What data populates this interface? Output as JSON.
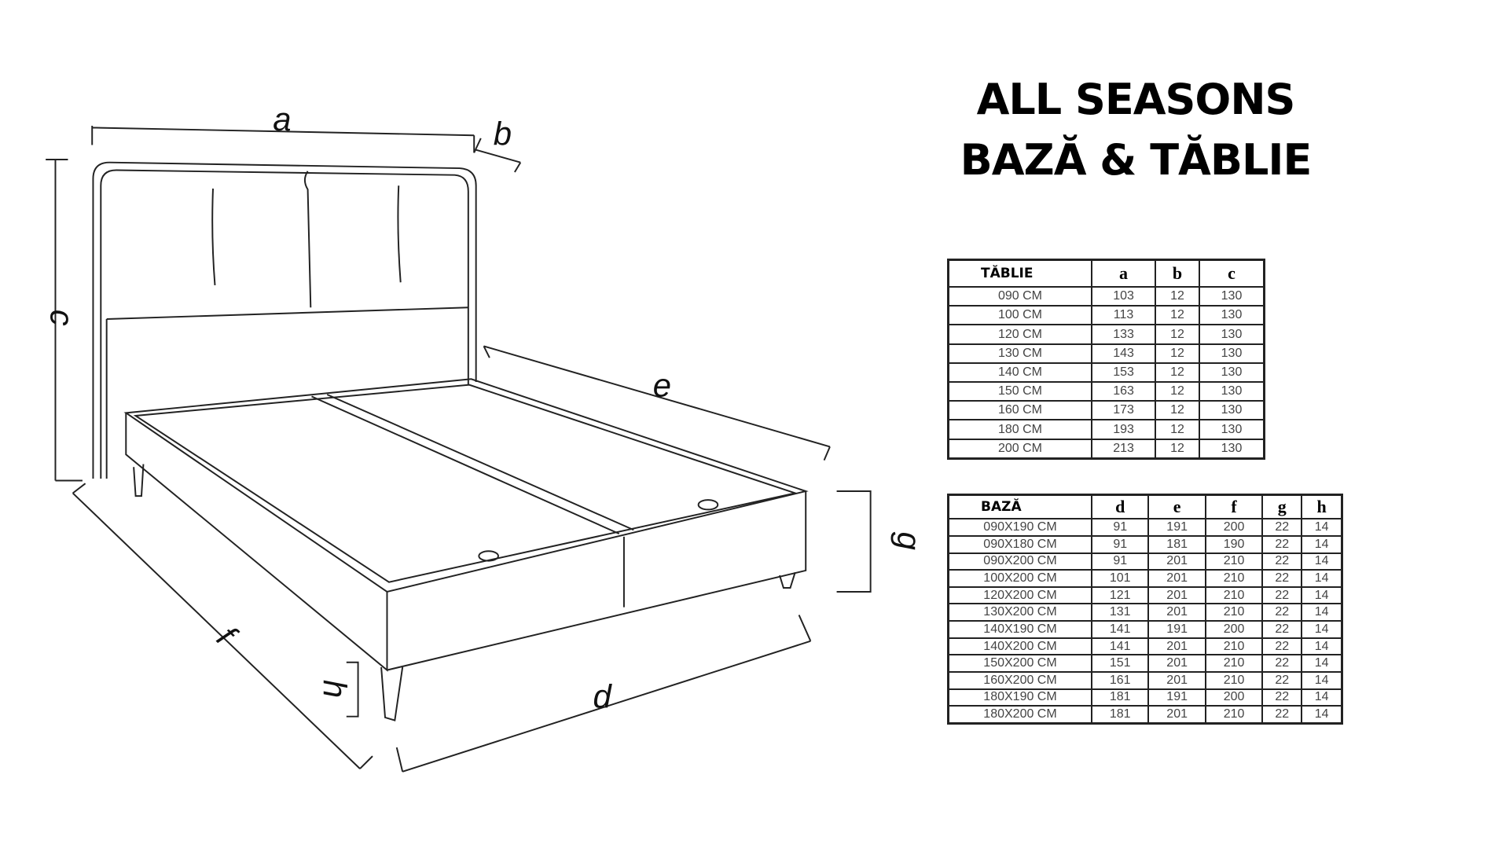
{
  "title": {
    "line1": "ALL  SEASONS",
    "line2": "BAZĂ & TĂBLIE"
  },
  "diagram_labels": {
    "a": "a",
    "b": "b",
    "c": "c",
    "d": "d",
    "e": "e",
    "f": "f",
    "g": "g",
    "h": "h"
  },
  "tablie": {
    "headers": [
      "TĂBLIE",
      "a",
      "b",
      "c"
    ],
    "rows": [
      [
        "090 CM",
        "103",
        "12",
        "130"
      ],
      [
        "100 CM",
        "113",
        "12",
        "130"
      ],
      [
        "120 CM",
        "133",
        "12",
        "130"
      ],
      [
        "130 CM",
        "143",
        "12",
        "130"
      ],
      [
        "140 CM",
        "153",
        "12",
        "130"
      ],
      [
        "150 CM",
        "163",
        "12",
        "130"
      ],
      [
        "160 CM",
        "173",
        "12",
        "130"
      ],
      [
        "180 CM",
        "193",
        "12",
        "130"
      ],
      [
        "200 CM",
        "213",
        "12",
        "130"
      ]
    ]
  },
  "baza": {
    "headers": [
      "BAZĂ",
      "d",
      "e",
      "f",
      "g",
      "h"
    ],
    "rows": [
      [
        "090X190 CM",
        "91",
        "191",
        "200",
        "22",
        "14"
      ],
      [
        "090X180 CM",
        "91",
        "181",
        "190",
        "22",
        "14"
      ],
      [
        "090X200 CM",
        "91",
        "201",
        "210",
        "22",
        "14"
      ],
      [
        "100X200 CM",
        "101",
        "201",
        "210",
        "22",
        "14"
      ],
      [
        "120X200 CM",
        "121",
        "201",
        "210",
        "22",
        "14"
      ],
      [
        "130X200 CM",
        "131",
        "201",
        "210",
        "22",
        "14"
      ],
      [
        "140X190 CM",
        "141",
        "191",
        "200",
        "22",
        "14"
      ],
      [
        "140X200 CM",
        "141",
        "201",
        "210",
        "22",
        "14"
      ],
      [
        "150X200 CM",
        "151",
        "201",
        "210",
        "22",
        "14"
      ],
      [
        "160X200 CM",
        "161",
        "201",
        "210",
        "22",
        "14"
      ],
      [
        "180X190 CM",
        "181",
        "191",
        "200",
        "22",
        "14"
      ],
      [
        "180X200 CM",
        "181",
        "201",
        "210",
        "22",
        "14"
      ]
    ]
  }
}
